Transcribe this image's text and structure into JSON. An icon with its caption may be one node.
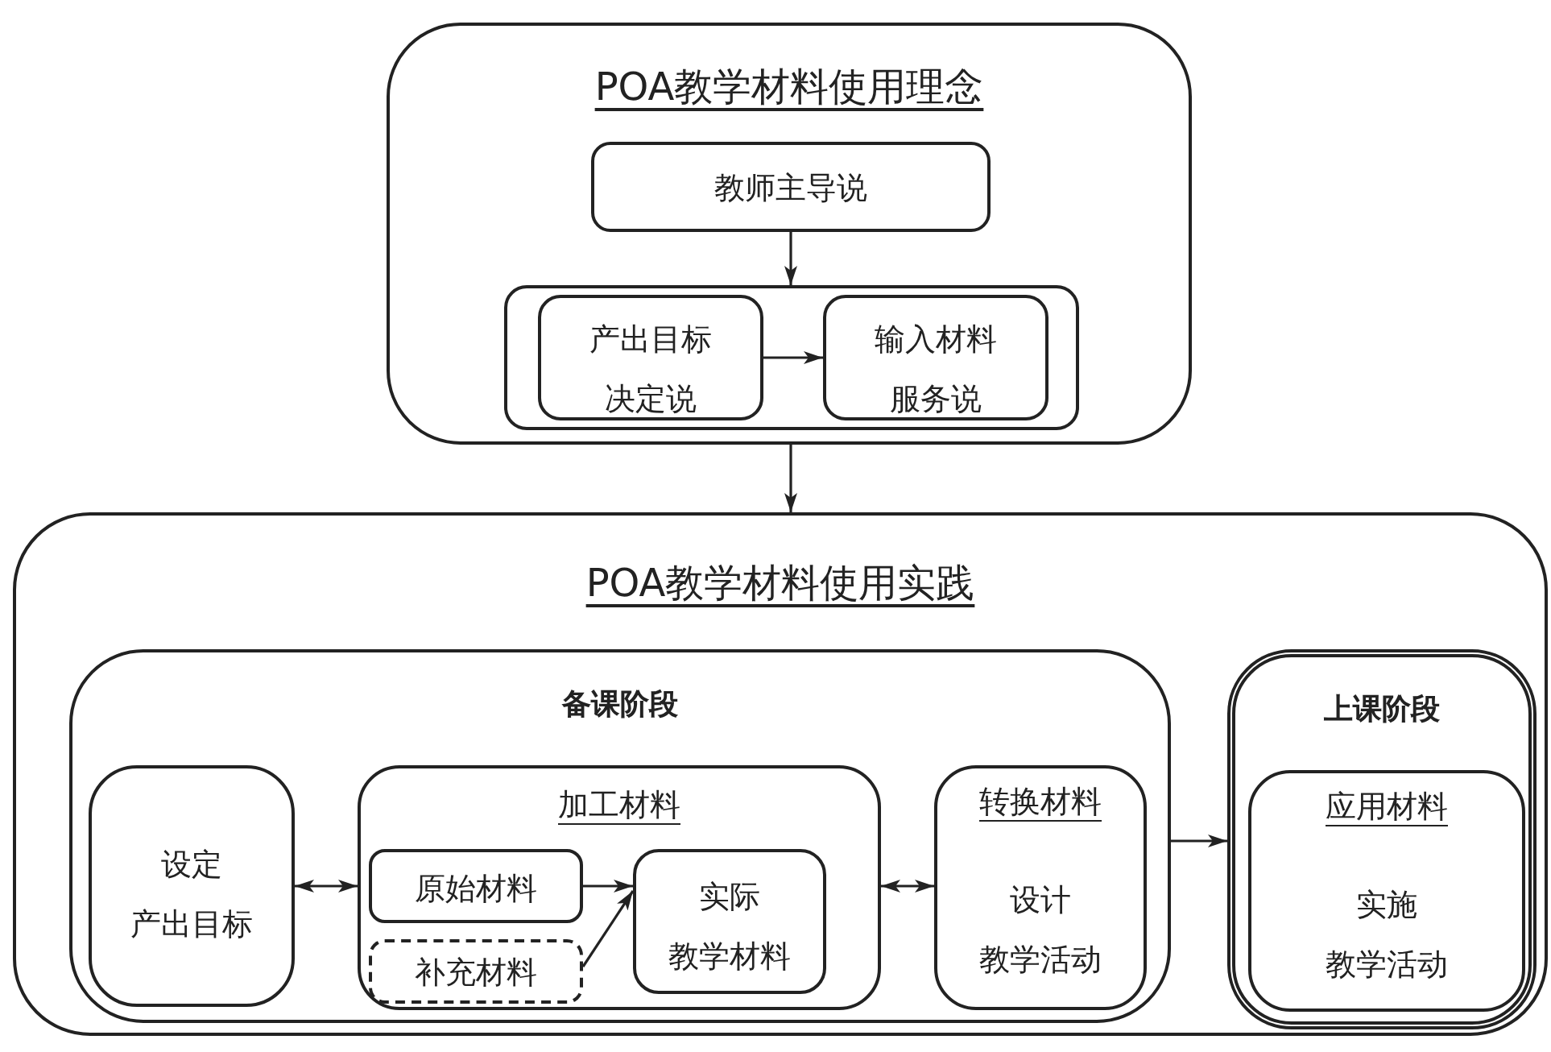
{
  "diagram": {
    "nodes": [
      {
        "text": [
          "POA教学材料使用理念"
        ]
      },
      {
        "text": [
          "教师主导说"
        ],
        "in": 0
      },
      {
        "text": [],
        "shape": "box",
        "in": 0
      },
      {
        "text": [
          "产出目标决定说"
        ],
        "in": 2
      },
      {
        "text": [
          "输入材料服务说"
        ],
        "in": 2
      },
      {
        "text": [
          "POA教学材料使用实践"
        ]
      },
      {
        "text": [
          "备课阶段"
        ],
        "in": 5
      },
      {
        "text": [
          "设定产出目标"
        ],
        "in": 6
      },
      {
        "text": [
          "加工材料"
        ],
        "in": 6
      },
      {
        "text": [
          "原始材料"
        ],
        "in": 8
      },
      {
        "text": [
          "补充材料"
        ],
        "in": 8
      },
      {
        "text": [
          "实际教学材料"
        ],
        "in": 8
      },
      {
        "text": [
          "转换材料",
          "设计教学活动"
        ],
        "in": 6
      },
      {
        "text": [
          "上课阶段"
        ],
        "in": 5
      },
      {
        "text": [
          "应用材料",
          "实施教学活动"
        ],
        "in": 13
      }
    ],
    "edges": [
      {
        "from": 1,
        "to": 2,
        "arrow": "to"
      },
      {
        "from": 3,
        "to": 4,
        "arrow": "to"
      },
      {
        "from": 0,
        "to": 5,
        "arrow": "to"
      },
      {
        "from": 7,
        "to": 8,
        "arrow": "both"
      },
      {
        "from": 9,
        "to": 11,
        "arrow": "to"
      },
      {
        "from": 10,
        "to": 11,
        "arrow": "to"
      },
      {
        "from": 8,
        "to": 12,
        "arrow": "both"
      },
      {
        "from": 6,
        "to": 13,
        "arrow": "to"
      }
    ]
  }
}
